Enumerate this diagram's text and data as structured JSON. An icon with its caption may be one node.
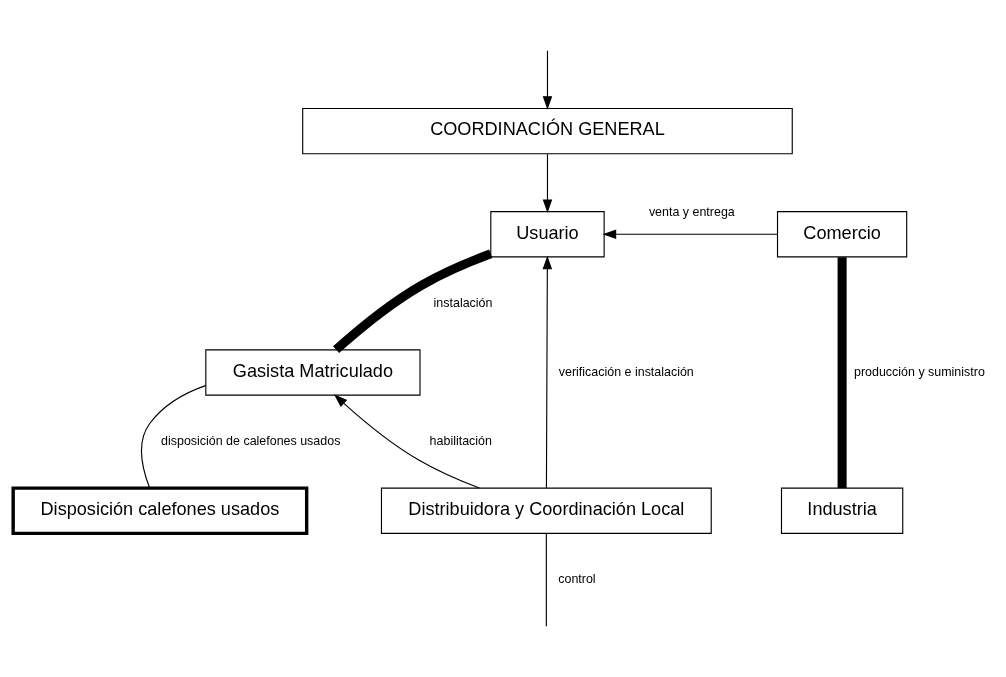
{
  "diagram": {
    "nodes": [
      {
        "text": [
          "COORDINACIÓN GENERAL"
        ]
      },
      {
        "text": [
          "Usuario"
        ]
      },
      {
        "text": [
          "Comercio"
        ]
      },
      {
        "text": [
          "Gasista Matriculado"
        ]
      },
      {
        "text": [
          "Distribuidora y Coordinación Local"
        ]
      },
      {
        "text": [
          "Disposición calefones usados"
        ]
      },
      {
        "text": [
          "Industria"
        ]
      }
    ],
    "edges": [
      {
        "from": null,
        "to": 0,
        "arrow": "to"
      },
      {
        "from": 0,
        "to": 1,
        "arrow": "to"
      },
      {
        "from": 2,
        "to": 1,
        "arrow": "to",
        "label": "venta y entrega"
      },
      {
        "from": 1,
        "to": 3,
        "arrow": "none",
        "label": "instalación",
        "style": "thick"
      },
      {
        "from": 4,
        "to": 1,
        "arrow": "to",
        "label": "verificación e instalación"
      },
      {
        "from": 4,
        "to": 3,
        "arrow": "to",
        "label": "habilitación"
      },
      {
        "from": 3,
        "to": 5,
        "arrow": "none",
        "label": "disposición de calefones usados"
      },
      {
        "from": 2,
        "to": 6,
        "arrow": "none",
        "label": "producción y suministro",
        "style": "thick"
      },
      {
        "from": 4,
        "to": null,
        "arrow": "none",
        "label": "control"
      }
    ]
  }
}
